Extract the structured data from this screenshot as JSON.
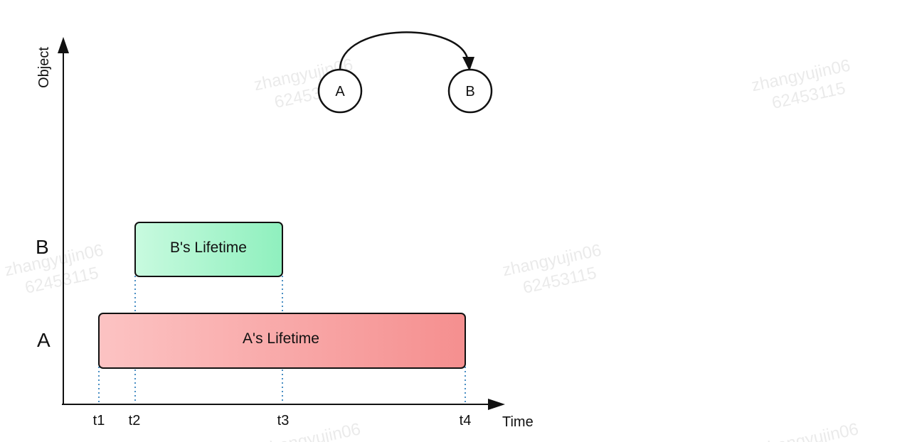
{
  "axes": {
    "y_title": "Object",
    "x_title": "Time",
    "rows": [
      "B",
      "A"
    ],
    "ticks": [
      "t1",
      "t2",
      "t3",
      "t4"
    ]
  },
  "bars": {
    "b_label": "B's Lifetime",
    "a_label": "A's Lifetime",
    "b_colors": [
      "#c8fadf",
      "#8ff0be"
    ],
    "a_colors": [
      "#fcc3c3",
      "#f58f8f"
    ]
  },
  "reference": {
    "from_node": "A",
    "to_node": "B"
  },
  "watermark": {
    "user": "zhangyujin06",
    "id": "62453115"
  }
}
